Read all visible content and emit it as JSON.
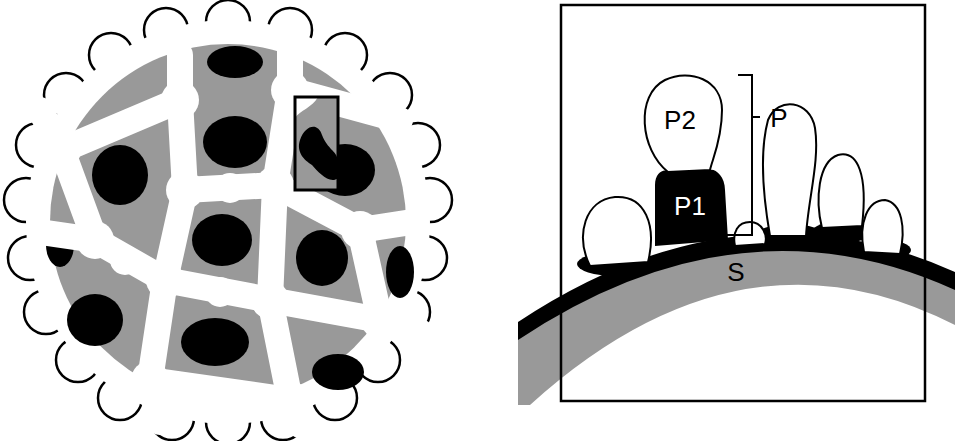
{
  "diagram": {
    "labels": [
      "P2",
      "P",
      "P1",
      "S"
    ]
  }
}
